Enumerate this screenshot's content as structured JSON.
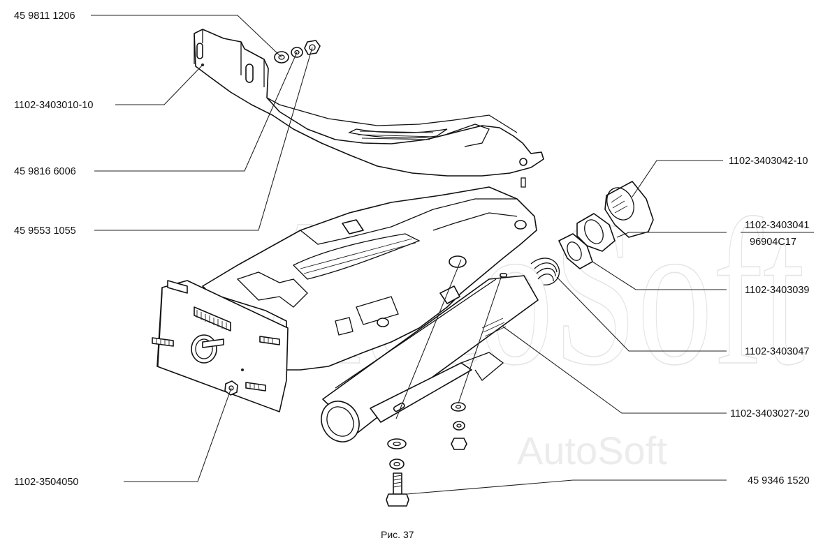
{
  "labels": {
    "p_459811": "45 9811 1206",
    "p_3403010": "1102-3403010-10",
    "p_459816": "45 9816 6006",
    "p_459553": "45 9553 1055",
    "p_3504050": "1102-3504050",
    "p_3403042": "1102-3403042-10",
    "p_3403041": "1102-3403041",
    "p_96904": "96904C17",
    "p_3403039": "1102-3403039",
    "p_3403047": "1102-3403047",
    "p_3403027": "1102-3403027-20",
    "p_459346": "45 9346 1520"
  },
  "caption": "Рис. 37",
  "watermark": {
    "main": "AutoSoft",
    "corner": "AutoSoft"
  }
}
